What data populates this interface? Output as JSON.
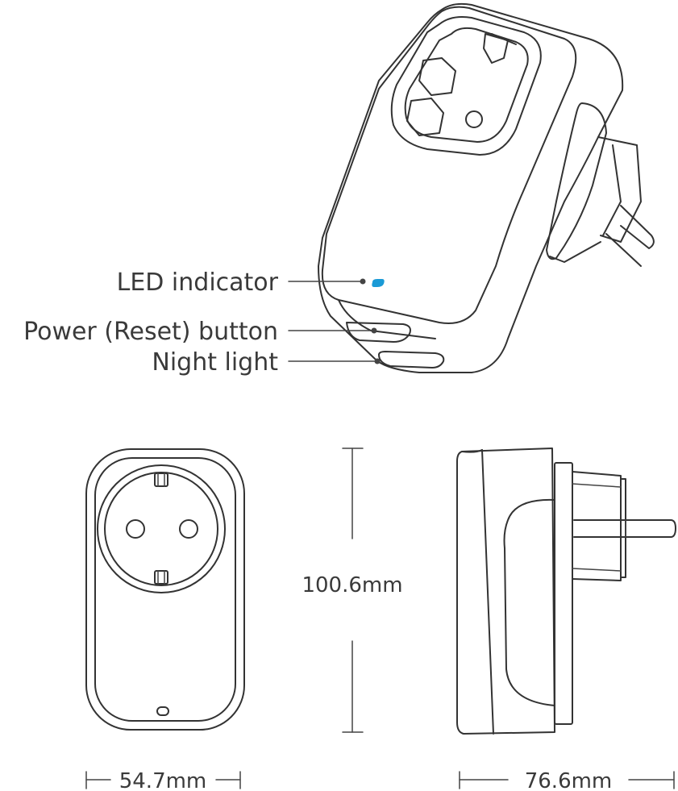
{
  "callouts": {
    "led_indicator": "LED indicator",
    "power_button": "Power (Reset) button",
    "night_light": "Night light"
  },
  "dimensions": {
    "height": "100.6mm",
    "width": "54.7mm",
    "depth": "76.6mm"
  },
  "colors": {
    "led": "#1a9ad6",
    "outline": "#333333",
    "text": "#3a3a3a"
  }
}
